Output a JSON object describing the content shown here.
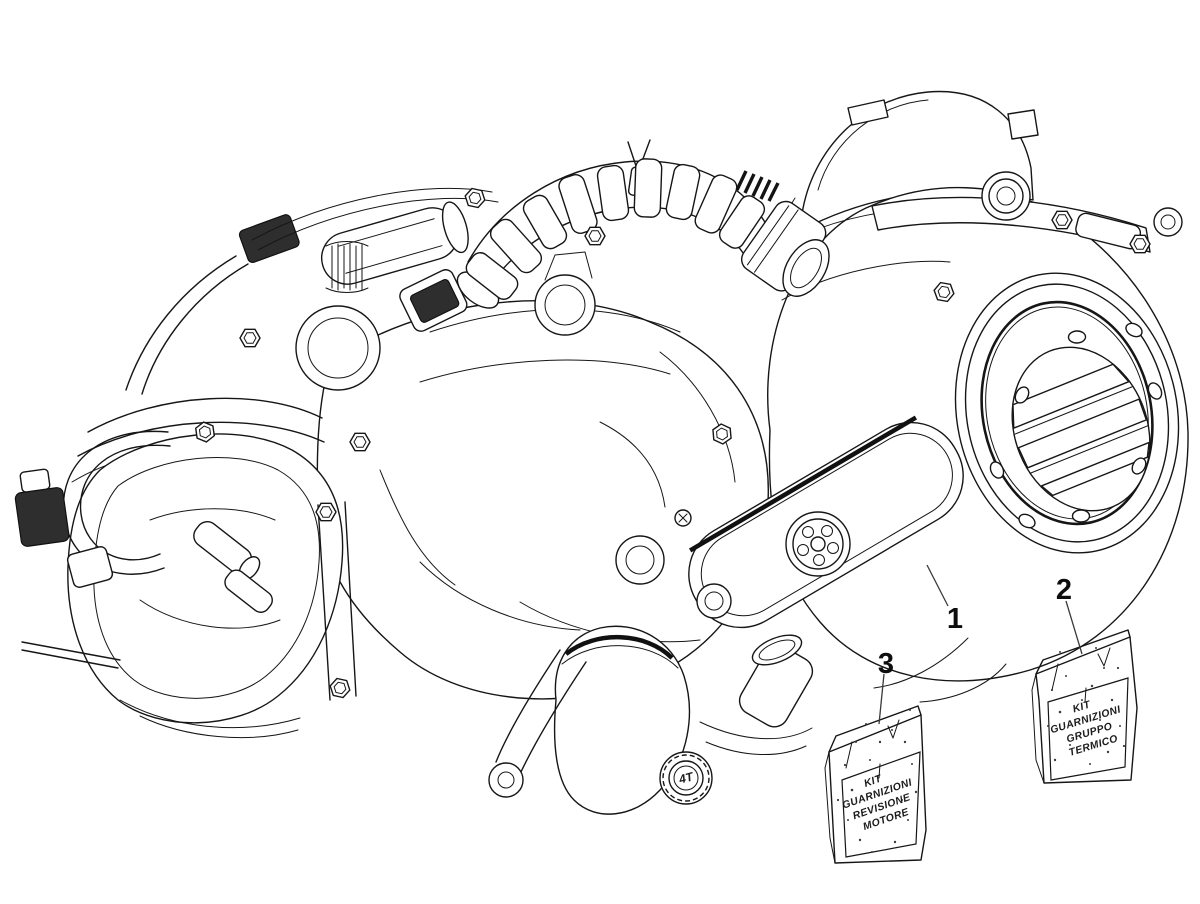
{
  "canvas": {
    "background": "#ffffff",
    "line_color": "#161616"
  },
  "engine_badge": "4T",
  "callouts": [
    {
      "number": "1"
    },
    {
      "number": "2"
    },
    {
      "number": "3"
    }
  ],
  "packages": [
    {
      "callout_number": "2",
      "label_lines": [
        "KIT",
        "GUARNIZIONI",
        "GRUPPO",
        "TERMICO"
      ]
    },
    {
      "callout_number": "3",
      "label_lines": [
        "KIT",
        "GUARNIZIONI",
        "REVISIONE",
        "MOTORE"
      ]
    }
  ]
}
